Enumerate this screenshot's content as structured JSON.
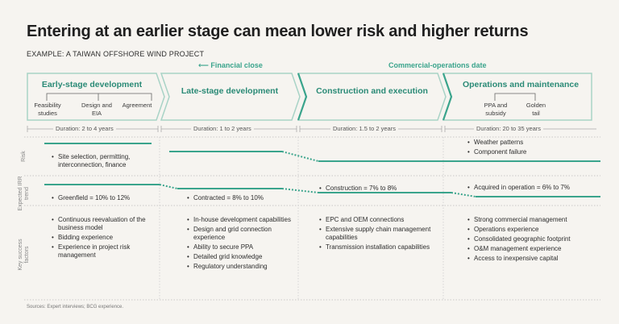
{
  "title": "Entering at an earlier stage can mean lower risk and higher returns",
  "subtitle": "EXAMPLE: A TAIWAN OFFSHORE WIND PROJECT",
  "milestones": {
    "financial_close": "Financial close",
    "commercial_operations": "Commercial-operations date"
  },
  "stages": [
    {
      "title": "Early-stage development",
      "subs": [
        "Feasibility studies",
        "Design and EIA",
        "Agreement"
      ],
      "duration": "Duration: 2 to 4 years"
    },
    {
      "title": "Late-stage development",
      "subs": [],
      "duration": "Duration: 1 to 2 years"
    },
    {
      "title": "Construction and execution",
      "subs": [],
      "duration": "Duration: 1.5 to 2 years"
    },
    {
      "title": "Operations and maintenance",
      "subs": [
        "PPA and subsidy",
        "Golden tail"
      ],
      "duration": "Duration: 20 to 35 years"
    }
  ],
  "row_labels": {
    "risk": "Risk",
    "irr": "Expected IRR trend",
    "ksf": "Key success factors"
  },
  "risk": {
    "early": [
      "Site selection, permitting, interconnection, finance"
    ],
    "ops": [
      "Weather patterns",
      "Component failure"
    ]
  },
  "irr": {
    "early": "Greenfield = 10% to 12%",
    "late": "Contracted = 8% to 10%",
    "construction": "Construction = 7% to 8%",
    "ops": "Acquired in operation = 6% to 7%"
  },
  "ksf": {
    "early": [
      "Continuous reevaluation of the business model",
      "Bidding experience",
      "Experience in project risk management"
    ],
    "late": [
      "In-house development capabilities",
      "Design and grid connection experience",
      "Ability to secure PPA",
      "Detailed grid knowledge",
      "Regulatory understanding"
    ],
    "construction": [
      "EPC and OEM connections",
      "Extensive supply chain management capabilities",
      "Transmission installation capabilities"
    ],
    "ops": [
      "Strong commercial management",
      "Operations experience",
      "Consolidated geographic footprint",
      "O&M management experience",
      "Access to inexpensive capital"
    ]
  },
  "source": "Sources: Expert interviews; BCG experience.",
  "colors": {
    "accent": "#3aa48c",
    "accent_dark": "#2a8a76",
    "stage_line": "#a8d3c6",
    "background": "#f6f4f0"
  }
}
